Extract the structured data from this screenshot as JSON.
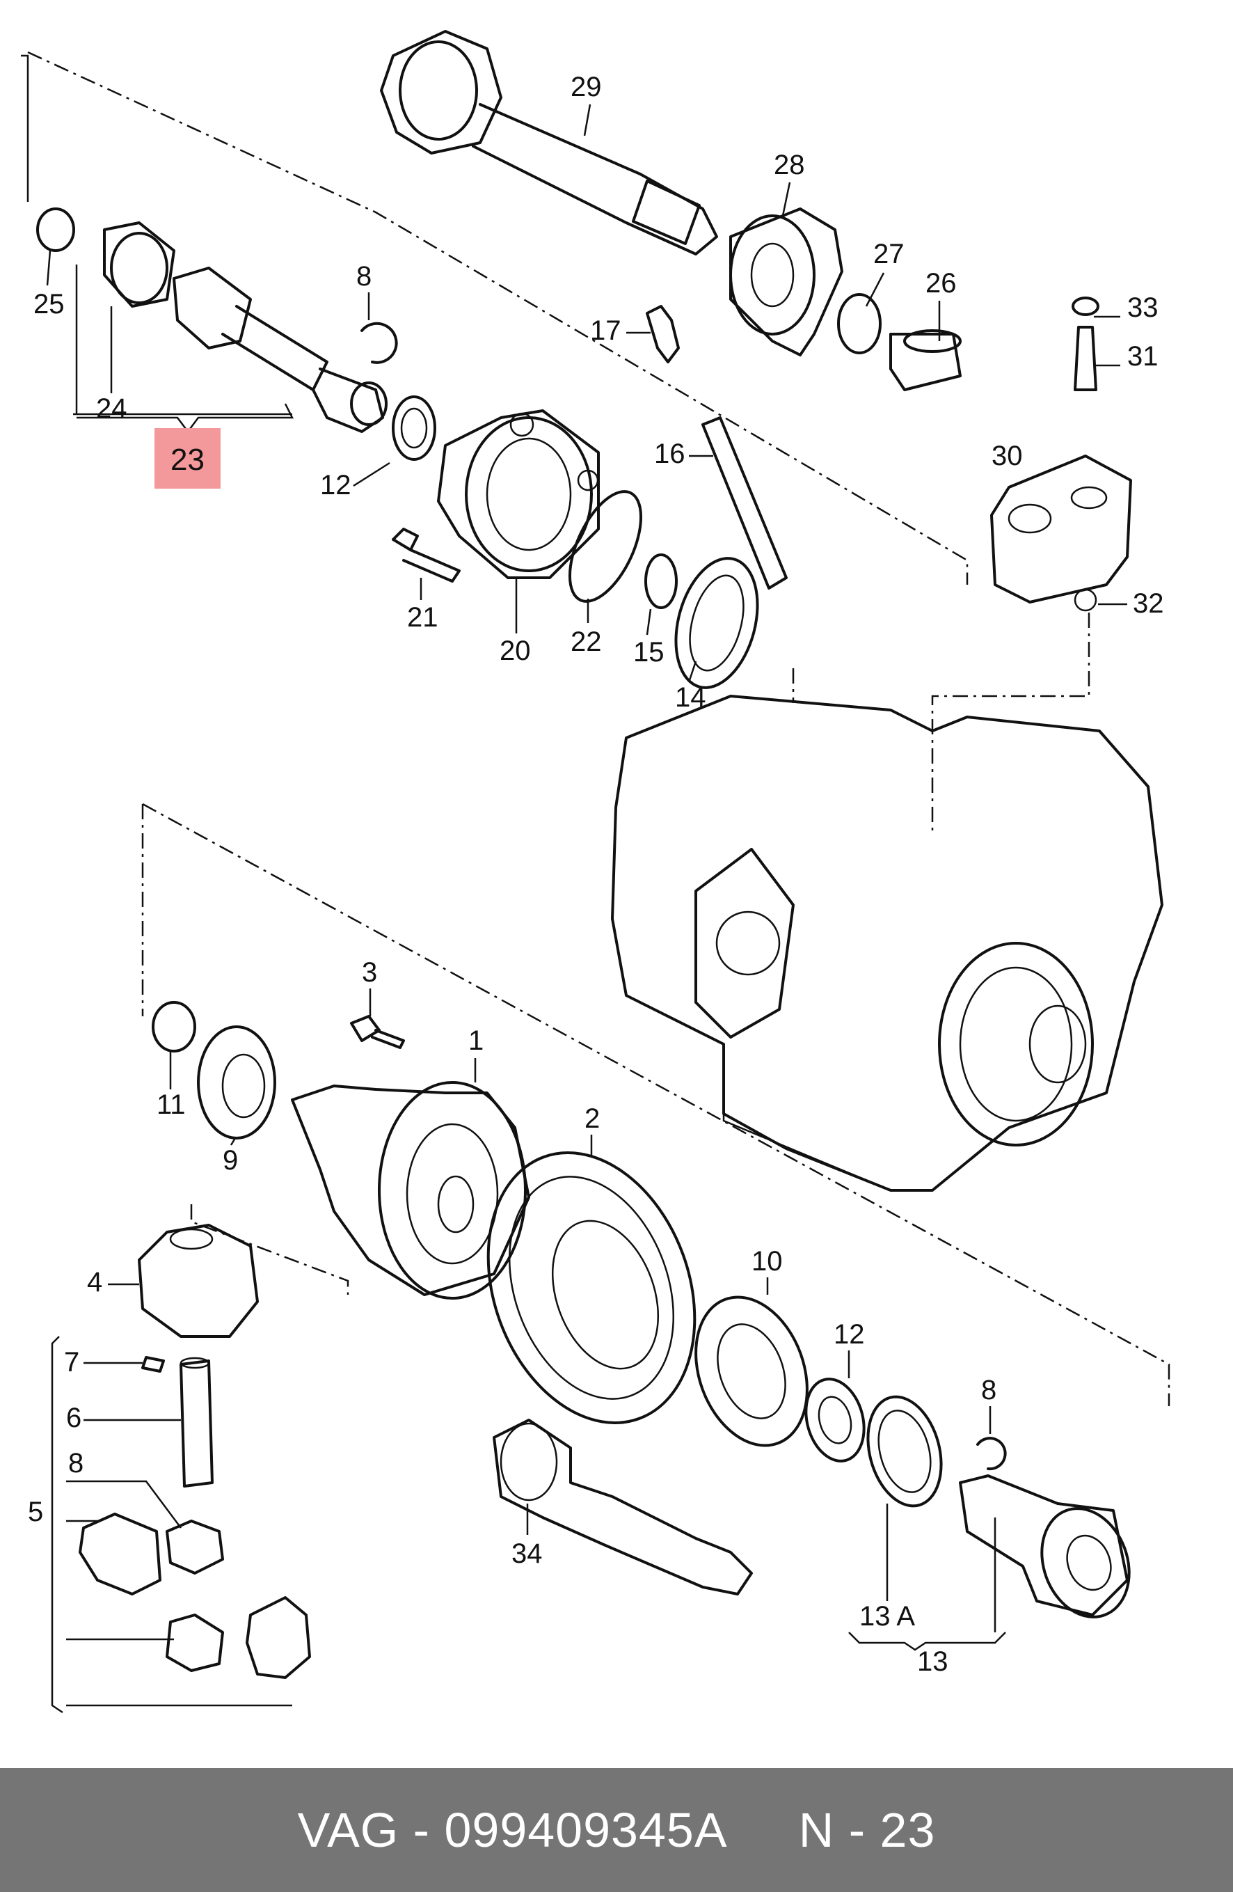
{
  "diagram": {
    "labels": {
      "p1": "1",
      "p2": "2",
      "p3": "3",
      "p4": "4",
      "p5": "5",
      "p6": "6",
      "p7": "7",
      "p8a": "8",
      "p8b": "8",
      "p8c": "8",
      "p9": "9",
      "p10": "10",
      "p11": "11",
      "p12a": "12",
      "p12b": "12",
      "p13": "13",
      "p13a": "13 A",
      "p14": "14",
      "p15": "15",
      "p16": "16",
      "p17": "17",
      "p20": "20",
      "p21": "21",
      "p22": "22",
      "p23": "23",
      "p24": "24",
      "p25": "25",
      "p26": "26",
      "p27": "27",
      "p28": "28",
      "p29": "29",
      "p30": "30",
      "p31": "31",
      "p32": "32",
      "p33": "33",
      "p34": "34"
    },
    "highlight_color": "#f4999b",
    "highlighted_part": "23"
  },
  "footer": {
    "brand": "VAG",
    "separator": " - ",
    "part_number": "099409345A",
    "position": "N - 23"
  }
}
